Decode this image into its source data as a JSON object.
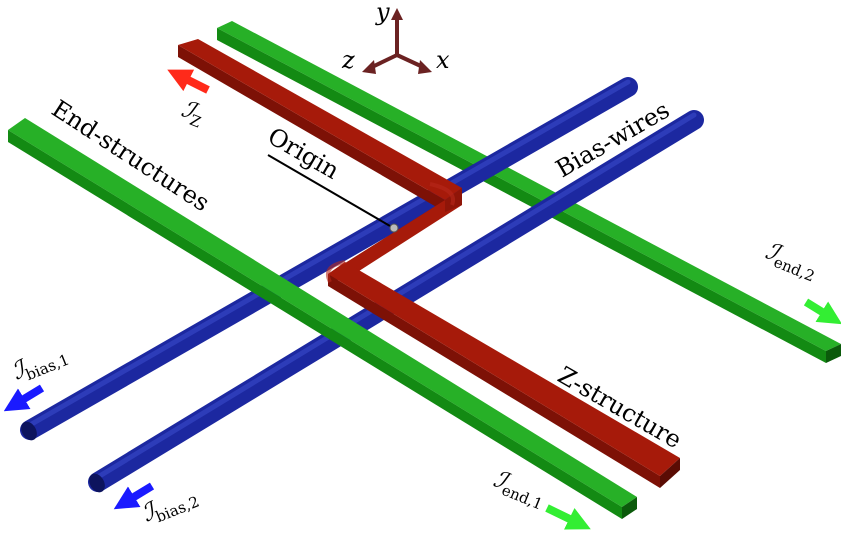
{
  "colors": {
    "green_top": "#27b027",
    "green_side": "#138a13",
    "green_end": "#0b5a0b",
    "blue_body": "#1c28a0",
    "blue_highlight": "#3545c4",
    "blue_end": "#0d145e",
    "red_top": "#a61a0a",
    "red_side": "#7d1106",
    "axes": "#6b2222",
    "arrow_red": "#ff2a1a",
    "arrow_blue": "#1a1aff",
    "arrow_green": "#33ee33",
    "origin_dot": "#bbbbbb"
  },
  "axes": {
    "x_label": "x",
    "y_label": "y",
    "z_label": "z"
  },
  "labels": {
    "end_structures": "End-structures",
    "bias_wires": "Bias-wires",
    "origin": "Origin",
    "z_structure": "Z-structure"
  },
  "currents": {
    "I_z": {
      "symbol": "ℐ",
      "sub": "Z"
    },
    "I_bias_1": {
      "symbol": "ℐ",
      "sub": "bias,1"
    },
    "I_bias_2": {
      "symbol": "ℐ",
      "sub": "bias,2"
    },
    "I_end_1": {
      "symbol": "ℐ",
      "sub": "end,1"
    },
    "I_end_2": {
      "symbol": "ℐ",
      "sub": "end,2"
    }
  }
}
